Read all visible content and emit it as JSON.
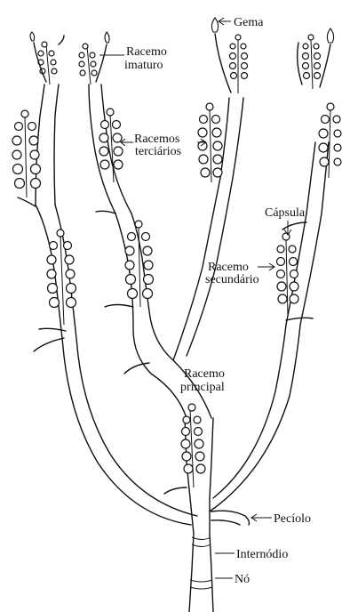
{
  "labels": {
    "gema": "Gema",
    "racemo_imaturo_1": "Racemo",
    "racemo_imaturo_2": "imaturo",
    "racemos_terciarios_1": "Racemos",
    "racemos_terciarios_2": "terciários",
    "capsula": "Cápsula",
    "racemo_secundario_1": "Racemo",
    "racemo_secundario_2": "secundário",
    "racemo_principal_1": "Racemo",
    "racemo_principal_2": "principal",
    "peciolo": "Pecíolo",
    "internodio": "Internódio",
    "no": "Nó"
  }
}
